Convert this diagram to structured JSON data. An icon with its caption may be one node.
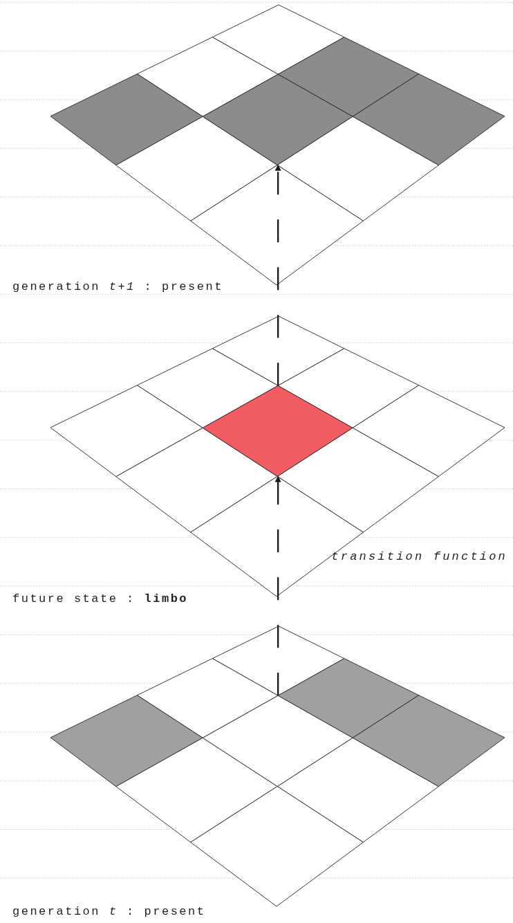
{
  "diagram": {
    "nodes": [
      {
        "text": [
          "generation *t+1* : present"
        ]
      },
      {
        "text": [],
        "shape": "diamond",
        "in": 0
      },
      {
        "text": [
          "future state : **limbo**"
        ]
      },
      {
        "text": [],
        "shape": "diamond",
        "in": 2
      },
      {
        "text": [
          "generation *t* : present"
        ]
      },
      {
        "text": [],
        "shape": "diamond",
        "in": 4
      }
    ],
    "edges": [
      {
        "from": 5,
        "to": 3,
        "arrow": "to",
        "style": "dashed"
      },
      {
        "from": 3,
        "to": 1,
        "arrow": "to",
        "style": "dashed"
      }
    ],
    "labels": [
      "transition function"
    ]
  }
}
